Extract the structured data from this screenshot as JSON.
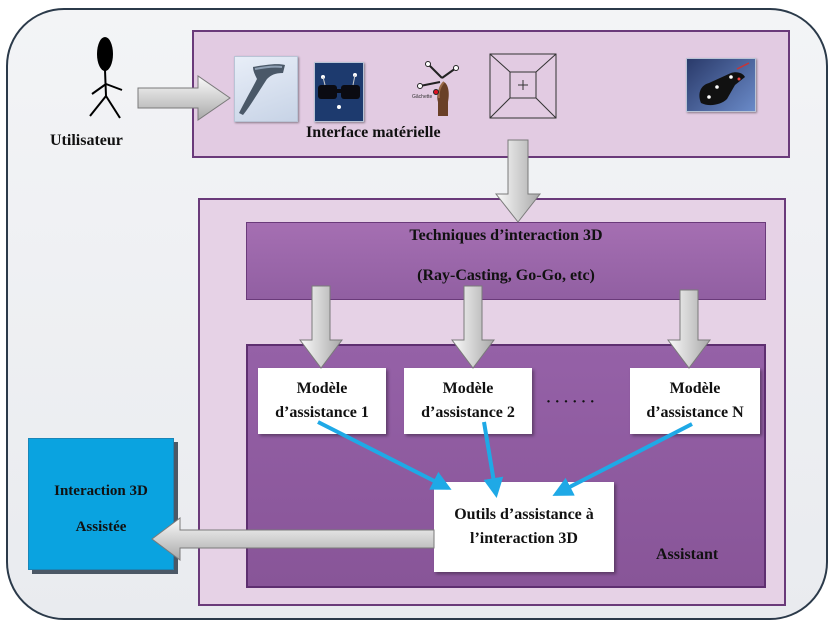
{
  "user": {
    "label": "Utilisateur"
  },
  "hardware": {
    "title": "Interface matérielle",
    "devices": [
      {
        "icon": "stylus-device-icon"
      },
      {
        "icon": "stereo-glasses-icon"
      },
      {
        "icon": "joystick-device-icon",
        "caption": "Gâchette"
      },
      {
        "icon": "wireframe-cube-icon"
      },
      {
        "icon": "data-glove-icon"
      }
    ]
  },
  "techniques": {
    "line1": "Techniques d’interaction 3D",
    "line2": "(Ray-Casting, Go-Go, etc)"
  },
  "models": [
    {
      "line1": "Modèle",
      "line2": "d’assistance 1"
    },
    {
      "line1": "Modèle",
      "line2": "d’assistance 2"
    },
    {
      "line1": "Modèle",
      "line2": "d’assistance N"
    }
  ],
  "ellipsis": "· · · · · ·",
  "tools": {
    "line1": "Outils d’assistance à",
    "line2": "l’interaction 3D"
  },
  "assistant": {
    "label": "Assistant"
  },
  "output": {
    "line1": "Interaction 3D",
    "line2": "Assistée"
  },
  "colors": {
    "panel_border": "#6a3a7a",
    "purple_fill": "#9561a7",
    "blue_box": "#0aa3e0",
    "arrow_blue": "#1fa9e6",
    "arrow_grey": "#c8c8c8"
  }
}
